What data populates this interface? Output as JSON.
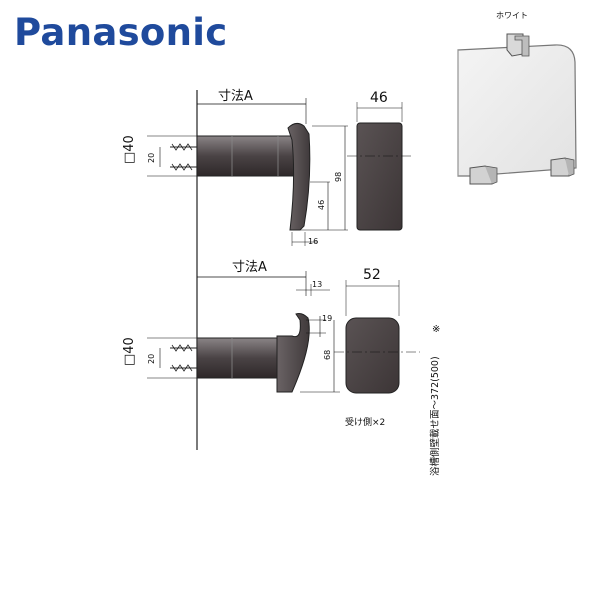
{
  "brand": "Panasonic",
  "color_label": "ホワイト",
  "top_view": {
    "dim_a": "寸法A",
    "width": "46",
    "height_total": "98",
    "arm_height": "46",
    "tip_depth": "16",
    "post_size": "□40",
    "screw_pitch": "20"
  },
  "bottom_view": {
    "dim_a": "寸法A",
    "width": "52",
    "lip": "13",
    "lip_depth": "19",
    "height": "68",
    "post_size": "□40",
    "screw_pitch": "20",
    "receiver_note": "受け側×2",
    "vertical_note": "浴槽側壁載せ面～372(500)",
    "asterisk": "※"
  },
  "colors": {
    "brand": "#1f4a9c",
    "part_fill": "#5e5658",
    "part_dark": "#3a3335",
    "outline": "#222222"
  }
}
